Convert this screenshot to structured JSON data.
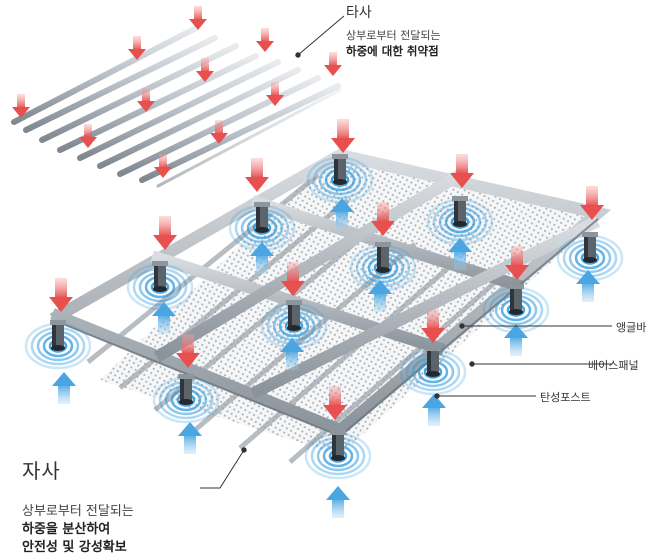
{
  "top_block": {
    "title": "타사",
    "line1": "상부로부터 전달되는",
    "line2": "하중에 대한 취약점"
  },
  "bottom_block": {
    "title": "자사",
    "line1": "상부로부터 전달되는",
    "line2": "하중을 분산하여",
    "line3": "안전성 및 강성확보"
  },
  "callouts": {
    "angle_bar": "앵글바",
    "base_panel": "베이스패널",
    "elastic_post": "탄성포스트"
  },
  "colors": {
    "load_arrow": "#e8504f",
    "support_arrow": "#4aa6e3",
    "ripple": "#2f9bdc",
    "frame": "#a9b0b8",
    "frame_dark": "#7e868f",
    "leader": "#333333"
  },
  "icons": {
    "load_arrow": "arrow-down-icon",
    "support_arrow": "arrow-up-icon",
    "ripple": "ripple-icon"
  }
}
